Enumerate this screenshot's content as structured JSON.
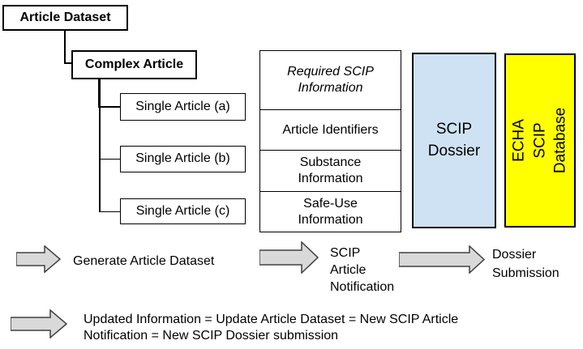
{
  "tree": {
    "article_dataset": "Article Dataset",
    "complex_article": "Complex Article",
    "single_articles": [
      "Single Article (a)",
      "Single Article (b)",
      "Single Article (c)"
    ]
  },
  "info_table": {
    "title": "Required SCIP\nInformation",
    "rows": [
      "Article Identifiers",
      "Substance\nInformation",
      "Safe-Use\nInformation"
    ]
  },
  "dossier_box_label": "SCIP\nDossier",
  "database_box_label": "ECHA SCIP\nDatabase",
  "flow": {
    "step1_label": "Generate Article Dataset",
    "step2_label": "SCIP\nArticle\nNotification",
    "step3_label": "Dossier\nSubmission",
    "update_note": "Updated Information = Update Article Dataset = New SCIP Article\nNotification = New SCIP Dossier submission"
  },
  "icons": {
    "flow_arrow": "right-block-arrow"
  },
  "colors": {
    "dossier_fill": "#cfe2f3",
    "database_fill": "#ffff00",
    "arrow_fill": "#d9d9d9",
    "arrow_stroke": "#404040",
    "border": "#000000"
  }
}
